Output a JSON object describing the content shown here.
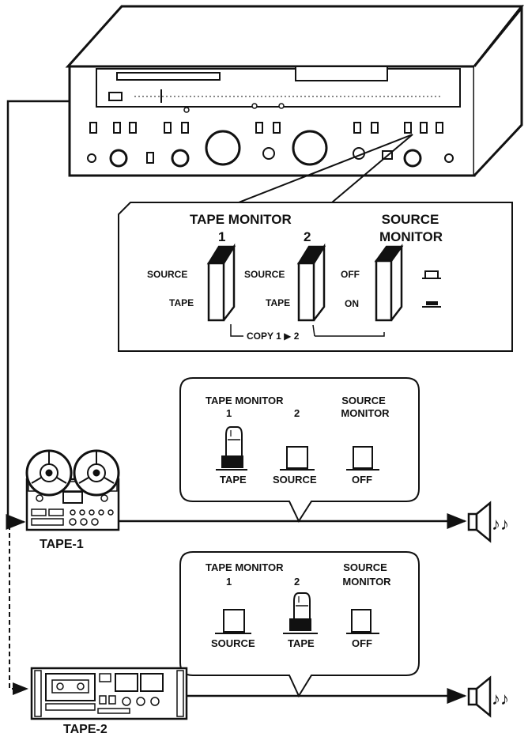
{
  "zoom_panel": {
    "tape_monitor_label": "TAPE MONITOR",
    "source_monitor_label_line1": "SOURCE",
    "source_monitor_label_line2": "MONITOR",
    "num_1": "1",
    "num_2": "2",
    "sw1_upper": "SOURCE",
    "sw1_lower": "TAPE",
    "sw2_upper": "SOURCE",
    "sw2_lower": "TAPE",
    "sw3_upper": "OFF",
    "sw3_lower": "ON",
    "copy_label": "COPY 1 ▶ 2"
  },
  "panel_tape1": {
    "tape_monitor_label": "TAPE MONITOR",
    "source_monitor_label_line1": "SOURCE",
    "source_monitor_label_line2": "MONITOR",
    "num_1": "1",
    "num_2": "2",
    "state_1": "TAPE",
    "state_2": "SOURCE",
    "state_3": "OFF"
  },
  "panel_tape2": {
    "tape_monitor_label": "TAPE MONITOR",
    "source_monitor_label_line1": "SOURCE",
    "source_monitor_label_line2": "MONITOR",
    "num_1": "1",
    "num_2": "2",
    "state_1": "SOURCE",
    "state_2": "TAPE",
    "state_3": "OFF"
  },
  "devices": {
    "tape1_label": "TAPE-1",
    "tape2_label": "TAPE-2",
    "music_notes": "♪♪"
  }
}
